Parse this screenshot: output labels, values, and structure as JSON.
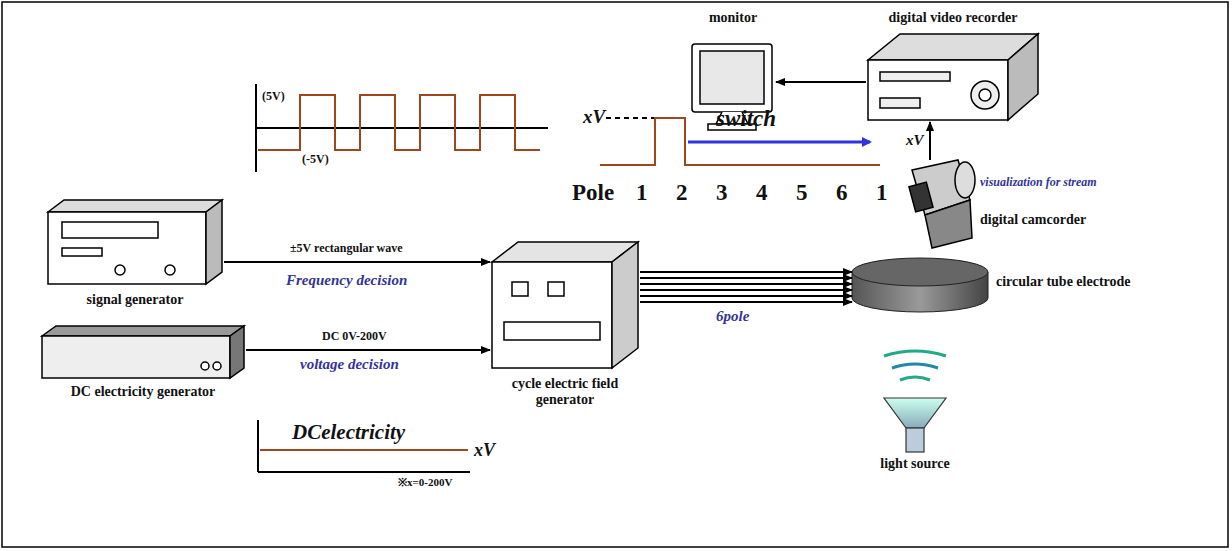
{
  "diagram": {
    "nodes": [
      {
        "text": [
          "monitor"
        ]
      },
      {
        "text": [
          "digital video recorder"
        ]
      },
      {
        "text": [
          "signal generator"
        ]
      },
      {
        "text": [
          "DC electricity generator"
        ]
      },
      {
        "text": [
          "cycle electric field generator"
        ]
      },
      {
        "text": [
          "digital camcorder"
        ]
      },
      {
        "text": [
          "circular tube electrode"
        ]
      },
      {
        "text": [
          "light source"
        ]
      }
    ],
    "edges": [
      {
        "from": 1,
        "to": 0,
        "arrow": "to"
      },
      {
        "from": 5,
        "to": 1,
        "label": "xV",
        "arrow": "to"
      },
      {
        "from": 2,
        "to": 4,
        "label": "±5V rectangular wave",
        "arrow": "to"
      },
      {
        "from": 3,
        "to": 4,
        "label": "DC 0V-200V",
        "arrow": "to"
      },
      {
        "from": 4,
        "to": 6,
        "label": "6pole",
        "arrow": "to"
      }
    ],
    "labels": [
      "(5V)",
      "(-5V)",
      "xV",
      "switch",
      "Pole",
      "1",
      "2",
      "3",
      "4",
      "5",
      "6",
      "1",
      "Frequency decision",
      "voltage decision",
      "DCelectricity",
      "xV",
      "※x=0-200V",
      "visualization for stream"
    ]
  }
}
